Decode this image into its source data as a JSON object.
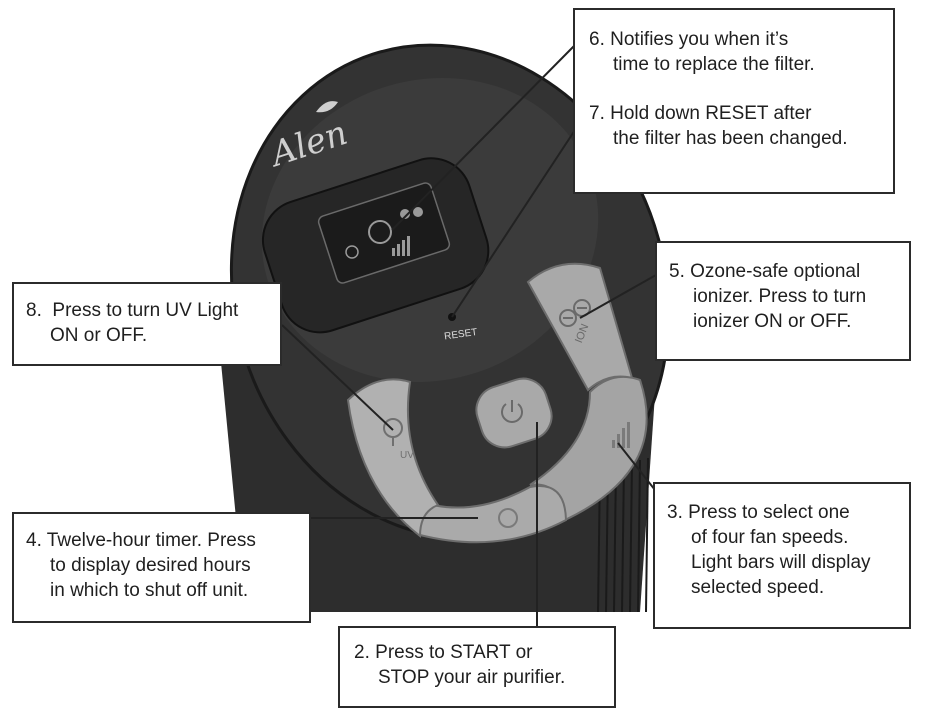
{
  "device": {
    "brand": "Alen",
    "reset_label": "RESET",
    "uv_label": "UV",
    "ion_label": "ION",
    "colors": {
      "body": "#2d2d2d",
      "panel": "#222222",
      "button": "#a9a9a9",
      "line": "#222222"
    }
  },
  "callouts": {
    "c6": {
      "number": "6.",
      "line1": "Notifies you when it’s",
      "line2": "time to replace the filter."
    },
    "c7": {
      "number": "7.",
      "line1": "Hold down RESET after",
      "line2": "the filter has been changed."
    },
    "c5": {
      "number": "5.",
      "line1": "Ozone-safe optional",
      "line2": "ionizer. Press to turn",
      "line3": "ionizer ON or OFF."
    },
    "c8": {
      "number": "8.",
      "line1": "Press to turn UV Light",
      "line2": "ON or OFF."
    },
    "c4": {
      "number": "4.",
      "line1": "Twelve-hour timer. Press",
      "line2": "to display desired hours",
      "line3": "in which to shut off unit."
    },
    "c3": {
      "number": "3.",
      "line1": "Press to select one",
      "line2": "of four fan speeds.",
      "line3": "Light bars will display",
      "line4": "selected speed."
    },
    "c2": {
      "number": "2.",
      "line1": "Press to START or",
      "line2": "STOP your air purifier."
    }
  }
}
